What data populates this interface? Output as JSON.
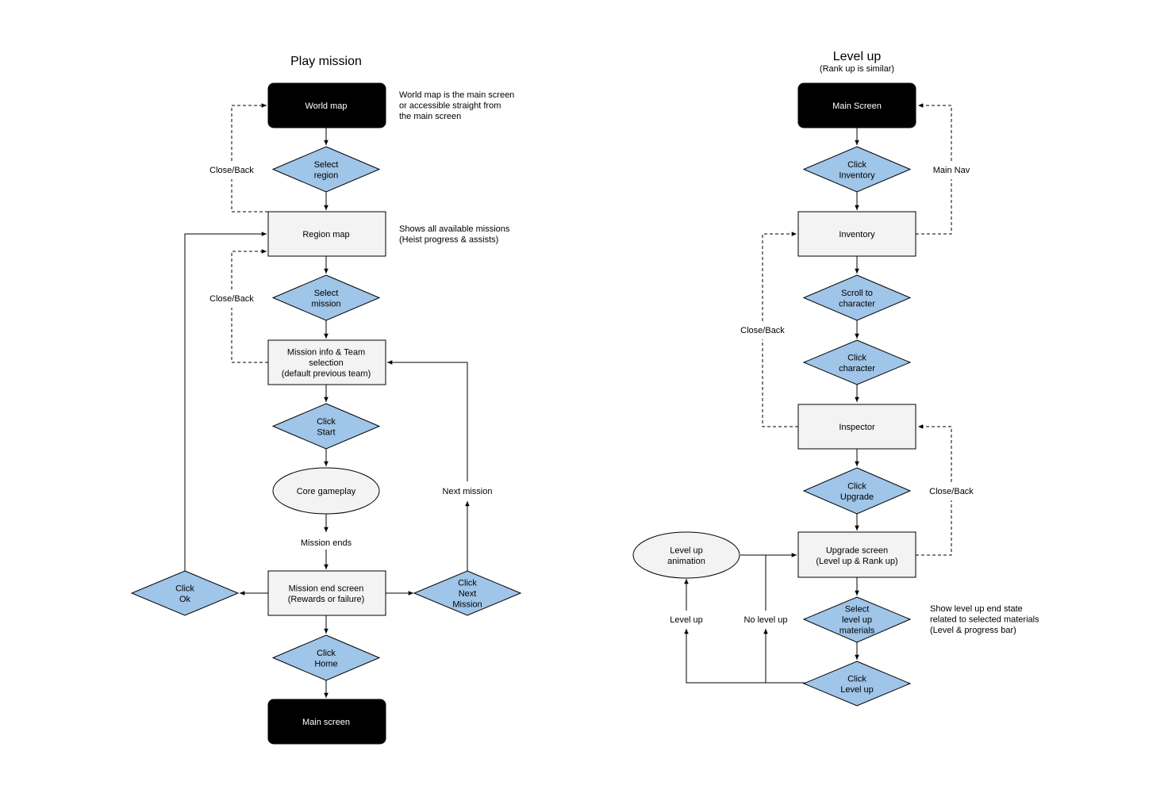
{
  "play_mission": {
    "title": "Play mission",
    "nodes": {
      "world_map": [
        "World map"
      ],
      "select_region": [
        "Select",
        "region"
      ],
      "region_map": [
        "Region map"
      ],
      "select_mission": [
        "Select",
        "mission"
      ],
      "mission_info": [
        "Mission info & Team",
        "selection",
        "(default previous team)"
      ],
      "click_start": [
        "Click",
        "Start"
      ],
      "core_gameplay": [
        "Core gameplay"
      ],
      "mission_end_screen": [
        "Mission end screen",
        "(Rewards or failure)"
      ],
      "click_ok": [
        "Click",
        "Ok"
      ],
      "click_next_mission": [
        "Click",
        "Next",
        "Mission"
      ],
      "click_home": [
        "Click",
        "Home"
      ],
      "main_screen": [
        "Main screen"
      ]
    },
    "notes": {
      "world_map": [
        "World map is the main screen",
        "or accessible straight from",
        "the main screen"
      ],
      "region_map": [
        "Shows all available missions",
        "(Heist progress & assists)"
      ]
    },
    "edge_labels": {
      "close_back_1": "Close/Back",
      "close_back_2": "Close/Back",
      "mission_ends": "Mission ends",
      "next_mission": "Next mission"
    }
  },
  "level_up": {
    "title": "Level up",
    "subtitle": "(Rank up is similar)",
    "nodes": {
      "main_screen": [
        "Main Screen"
      ],
      "click_inventory": [
        "Click",
        "Inventory"
      ],
      "inventory": [
        "Inventory"
      ],
      "scroll_to_character": [
        "Scroll to",
        "character"
      ],
      "click_character": [
        "Click",
        "character"
      ],
      "inspector": [
        "Inspector"
      ],
      "click_upgrade": [
        "Click",
        "Upgrade"
      ],
      "upgrade_screen": [
        "Upgrade screen",
        "(Level up & Rank up)"
      ],
      "level_up_animation": [
        "Level up",
        "animation"
      ],
      "select_materials": [
        "Select",
        "level up",
        "materials"
      ],
      "click_level_up": [
        "Click",
        "Level up"
      ]
    },
    "notes": {
      "select_materials": [
        "Show level up end state",
        "related to selected materials",
        "(Level & progress bar)"
      ]
    },
    "edge_labels": {
      "main_nav": "Main Nav",
      "close_back_left": "Close/Back",
      "close_back_right": "Close/Back",
      "level_up": "Level up",
      "no_level_up": "No level up"
    }
  },
  "colors": {
    "terminal": "#000000",
    "process": "#f3f3f3",
    "decision": "#9fc5e8",
    "ellipse": "#f3f3f3",
    "stroke": "#000000"
  }
}
